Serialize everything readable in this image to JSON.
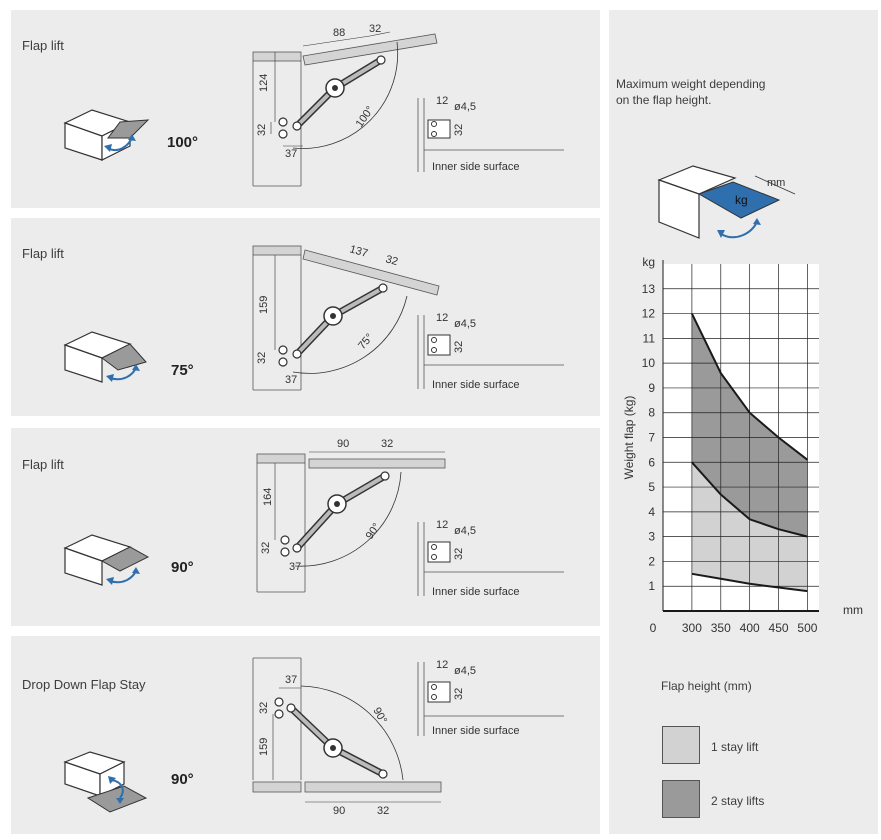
{
  "panels": [
    {
      "title": "Flap lift",
      "angle": "100°",
      "arc_label": "100°",
      "dim_top": "88",
      "dim_slot": "32",
      "dim_vert": "124",
      "dim_pivot": "32",
      "dim_offset": "37"
    },
    {
      "title": "Flap lift",
      "angle": "75°",
      "arc_label": "75°",
      "dim_top": "137",
      "dim_slot": "32",
      "dim_vert": "159",
      "dim_pivot": "32",
      "dim_offset": "37"
    },
    {
      "title": "Flap lift",
      "angle": "90°",
      "arc_label": "90°",
      "dim_top": "90",
      "dim_slot": "32",
      "dim_vert": "164",
      "dim_pivot": "32",
      "dim_offset": "37"
    },
    {
      "title": "Drop Down Flap Stay",
      "angle": "90°",
      "arc_label": "90°",
      "dim_top": "90",
      "dim_slot": "32",
      "dim_vert": "159",
      "dim_pivot": "32",
      "dim_offset": "37"
    }
  ],
  "side_detail": {
    "dim_width": "12",
    "dim_hole": "ø4,5",
    "dim_height": "32",
    "label": "Inner side surface"
  },
  "right_panel": {
    "heading_line1": "Maximum weight depending",
    "heading_line2": "on the flap height.",
    "box_mm": "mm",
    "box_kg": "kg",
    "legend": [
      {
        "label": "1 stay lift",
        "color": "#d2d2d2"
      },
      {
        "label": "2 stay lifts",
        "color": "#9a9a9a"
      }
    ],
    "x_caption": "Flap height (mm)"
  },
  "chart_data": {
    "type": "area",
    "xlabel": "Flap height (mm)",
    "ylabel": "Weight flap (kg)",
    "y_unit": "kg",
    "x_unit": "mm",
    "origin_label": "0",
    "x_ticks": [
      300,
      350,
      400,
      450,
      500
    ],
    "y_ticks": [
      1,
      2,
      3,
      4,
      5,
      6,
      7,
      8,
      9,
      10,
      11,
      12,
      13
    ],
    "xlim": [
      250,
      520
    ],
    "ylim": [
      0,
      14
    ],
    "grid": true,
    "x": [
      300,
      350,
      400,
      450,
      500
    ],
    "series": [
      {
        "name": "1 stay lift",
        "values_upper": [
          6.0,
          4.7,
          3.7,
          3.3,
          3.0
        ],
        "values_lower": [
          1.5,
          1.3,
          1.1,
          0.95,
          0.8
        ],
        "color": "#d2d2d2"
      },
      {
        "name": "2 stay lifts",
        "values_upper": [
          12.0,
          9.6,
          8.0,
          7.0,
          6.1
        ],
        "values_lower": [
          6.0,
          4.7,
          3.7,
          3.3,
          3.0
        ],
        "color": "#9a9a9a"
      }
    ]
  }
}
